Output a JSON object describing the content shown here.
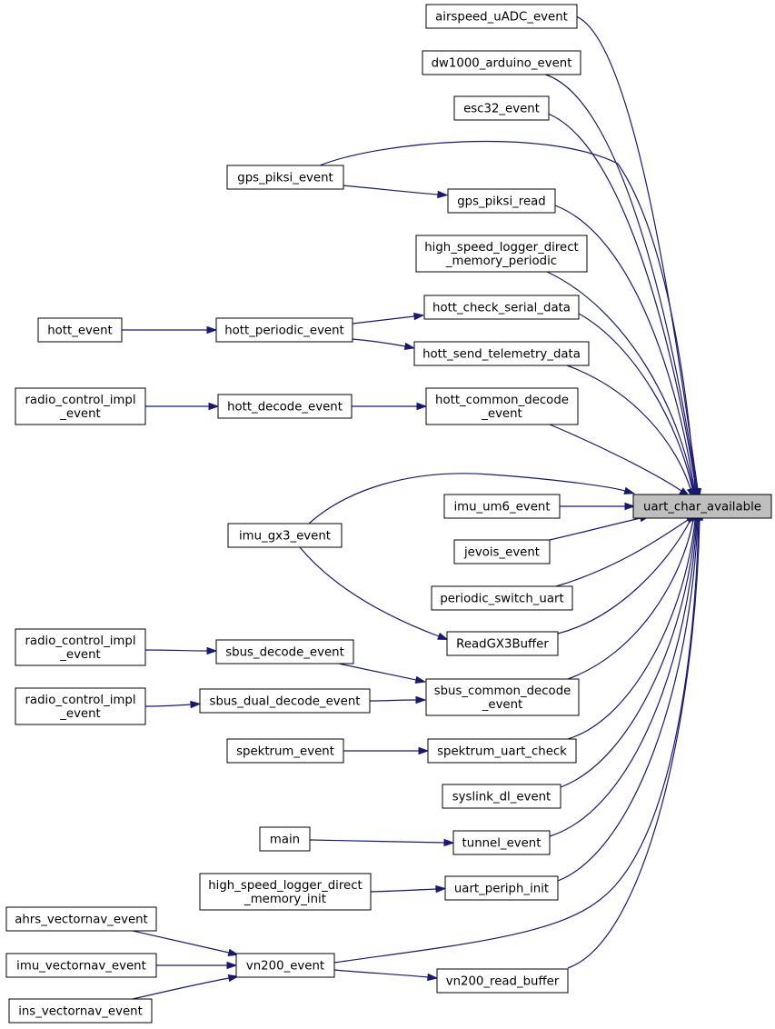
{
  "graph": {
    "root": "uart_char_available",
    "nodes": {
      "uart_char_available": [
        "uart_char_available"
      ],
      "airspeed_uADC_event": [
        "airspeed_uADC_event"
      ],
      "dw1000_arduino_event": [
        "dw1000_arduino_event"
      ],
      "esc32_event": [
        "esc32_event"
      ],
      "gps_piksi_event": [
        "gps_piksi_event"
      ],
      "gps_piksi_read": [
        "gps_piksi_read"
      ],
      "high_speed_logger_direct_memory_periodic": [
        "high_speed_logger_direct",
        "_memory_periodic"
      ],
      "hott_check_serial_data": [
        "hott_check_serial_data"
      ],
      "hott_periodic_event": [
        "hott_periodic_event"
      ],
      "hott_event": [
        "hott_event"
      ],
      "hott_send_telemetry_data": [
        "hott_send_telemetry_data"
      ],
      "hott_common_decode_event": [
        "hott_common_decode",
        "_event"
      ],
      "hott_decode_event": [
        "hott_decode_event"
      ],
      "radio_control_impl_event_1": [
        "radio_control_impl",
        "_event"
      ],
      "imu_gx3_event": [
        "imu_gx3_event"
      ],
      "imu_um6_event": [
        "imu_um6_event"
      ],
      "jevois_event": [
        "jevois_event"
      ],
      "periodic_switch_uart": [
        "periodic_switch_uart"
      ],
      "ReadGX3Buffer": [
        "ReadGX3Buffer"
      ],
      "sbus_common_decode_event": [
        "sbus_common_decode",
        "_event"
      ],
      "sbus_decode_event": [
        "sbus_decode_event"
      ],
      "radio_control_impl_event_2": [
        "radio_control_impl",
        "_event"
      ],
      "sbus_dual_decode_event": [
        "sbus_dual_decode_event"
      ],
      "radio_control_impl_event_3": [
        "radio_control_impl",
        "_event"
      ],
      "spektrum_uart_check": [
        "spektrum_uart_check"
      ],
      "spektrum_event": [
        "spektrum_event"
      ],
      "syslink_dl_event": [
        "syslink_dl_event"
      ],
      "tunnel_event": [
        "tunnel_event"
      ],
      "main": [
        "main"
      ],
      "uart_periph_init": [
        "uart_periph_init"
      ],
      "high_speed_logger_direct_memory_init": [
        "high_speed_logger_direct",
        "_memory_init"
      ],
      "vn200_event": [
        "vn200_event"
      ],
      "vn200_read_buffer": [
        "vn200_read_buffer"
      ],
      "ahrs_vectornav_event": [
        "ahrs_vectornav_event"
      ],
      "imu_vectornav_event": [
        "imu_vectornav_event"
      ],
      "ins_vectornav_event": [
        "ins_vectornav_event"
      ]
    },
    "edges": [
      [
        "airspeed_uADC_event",
        "uart_char_available"
      ],
      [
        "dw1000_arduino_event",
        "uart_char_available"
      ],
      [
        "esc32_event",
        "uart_char_available"
      ],
      [
        "gps_piksi_event",
        "uart_char_available"
      ],
      [
        "gps_piksi_event",
        "gps_piksi_read"
      ],
      [
        "gps_piksi_read",
        "uart_char_available"
      ],
      [
        "high_speed_logger_direct_memory_periodic",
        "uart_char_available"
      ],
      [
        "hott_check_serial_data",
        "uart_char_available"
      ],
      [
        "hott_periodic_event",
        "hott_check_serial_data"
      ],
      [
        "hott_event",
        "hott_periodic_event"
      ],
      [
        "hott_periodic_event",
        "hott_send_telemetry_data"
      ],
      [
        "hott_send_telemetry_data",
        "uart_char_available"
      ],
      [
        "hott_common_decode_event",
        "uart_char_available"
      ],
      [
        "hott_decode_event",
        "hott_common_decode_event"
      ],
      [
        "radio_control_impl_event_1",
        "hott_decode_event"
      ],
      [
        "imu_gx3_event",
        "uart_char_available"
      ],
      [
        "imu_gx3_event",
        "ReadGX3Buffer"
      ],
      [
        "imu_um6_event",
        "uart_char_available"
      ],
      [
        "jevois_event",
        "uart_char_available"
      ],
      [
        "periodic_switch_uart",
        "uart_char_available"
      ],
      [
        "ReadGX3Buffer",
        "uart_char_available"
      ],
      [
        "sbus_common_decode_event",
        "uart_char_available"
      ],
      [
        "sbus_decode_event",
        "sbus_common_decode_event"
      ],
      [
        "radio_control_impl_event_2",
        "sbus_decode_event"
      ],
      [
        "sbus_dual_decode_event",
        "sbus_common_decode_event"
      ],
      [
        "radio_control_impl_event_3",
        "sbus_dual_decode_event"
      ],
      [
        "spektrum_uart_check",
        "uart_char_available"
      ],
      [
        "spektrum_event",
        "spektrum_uart_check"
      ],
      [
        "syslink_dl_event",
        "uart_char_available"
      ],
      [
        "tunnel_event",
        "uart_char_available"
      ],
      [
        "main",
        "tunnel_event"
      ],
      [
        "uart_periph_init",
        "uart_char_available"
      ],
      [
        "high_speed_logger_direct_memory_init",
        "uart_periph_init"
      ],
      [
        "vn200_event",
        "uart_char_available"
      ],
      [
        "vn200_event",
        "vn200_read_buffer"
      ],
      [
        "vn200_read_buffer",
        "uart_char_available"
      ],
      [
        "ahrs_vectornav_event",
        "vn200_event"
      ],
      [
        "imu_vectornav_event",
        "vn200_event"
      ],
      [
        "ins_vectornav_event",
        "vn200_event"
      ]
    ]
  }
}
